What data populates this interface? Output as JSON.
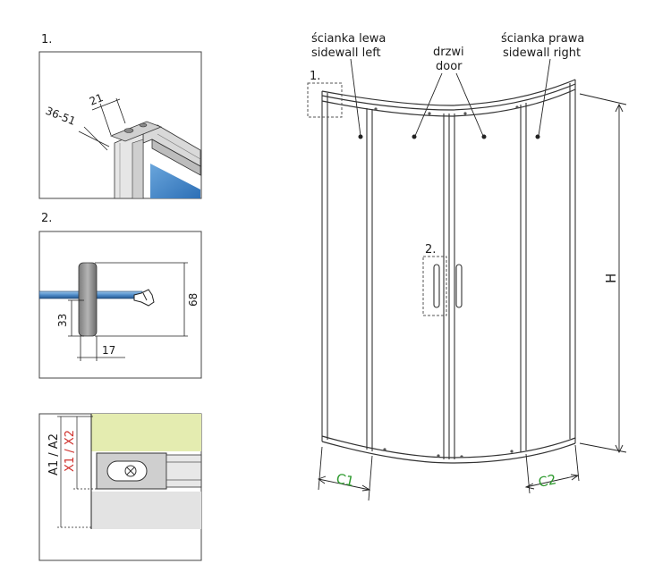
{
  "detail1": {
    "number": "1.",
    "dim_width": "21",
    "dim_range": "36-51"
  },
  "detail2": {
    "number": "2.",
    "dim_height": "68",
    "dim_offset": "33",
    "dim_width": "17"
  },
  "detail3": {
    "label_a": "A1 / A2",
    "label_x": "X1 / X2"
  },
  "main": {
    "label_left_pl": "ścianka lewa",
    "label_left_en": "sidewall left",
    "label_door_pl": "drzwi",
    "label_door_en": "door",
    "label_right_pl": "ścianka prawa",
    "label_right_en": "sidewall right",
    "callout_1": "1.",
    "callout_2": "2.",
    "dim_h": "H",
    "dim_c1": "C1",
    "dim_c2": "C2"
  },
  "colors": {
    "green": "#2e9a2e",
    "red": "#d0312d",
    "glass_blue": "#3a7fc4",
    "wall_yellow": "#e4ecb0",
    "floor_gray": "#e3e3e3"
  }
}
